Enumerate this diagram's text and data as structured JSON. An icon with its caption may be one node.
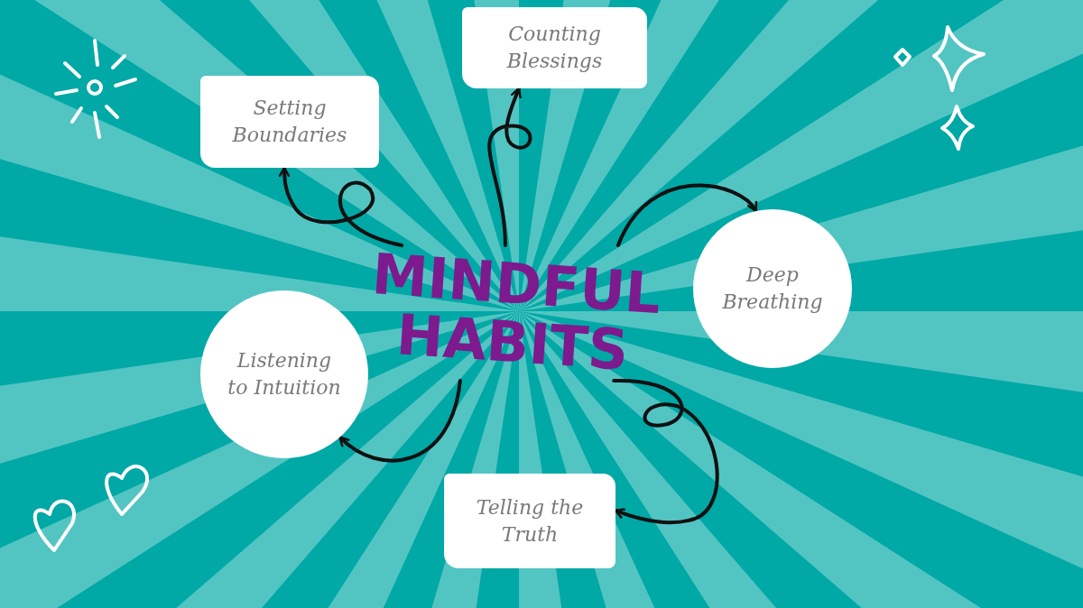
{
  "diagram": {
    "nodes": [
      {
        "text": [
          "Counting Blessings"
        ]
      },
      {
        "text": [
          "Setting Boundaries"
        ]
      },
      {
        "text": [
          "Deep Breathing"
        ]
      },
      {
        "text": [
          "MINDFUL HABITS"
        ]
      },
      {
        "text": [
          "Listening to Intuition"
        ]
      },
      {
        "text": [
          "Telling the Truth"
        ]
      }
    ],
    "edges": [
      {
        "from": 3,
        "to": 1,
        "arrow": "to"
      },
      {
        "from": 3,
        "to": 0,
        "arrow": "to"
      },
      {
        "from": 3,
        "to": 2,
        "arrow": "to"
      },
      {
        "from": 3,
        "to": 4,
        "arrow": "to"
      },
      {
        "from": 3,
        "to": 5,
        "arrow": "to"
      }
    ]
  }
}
